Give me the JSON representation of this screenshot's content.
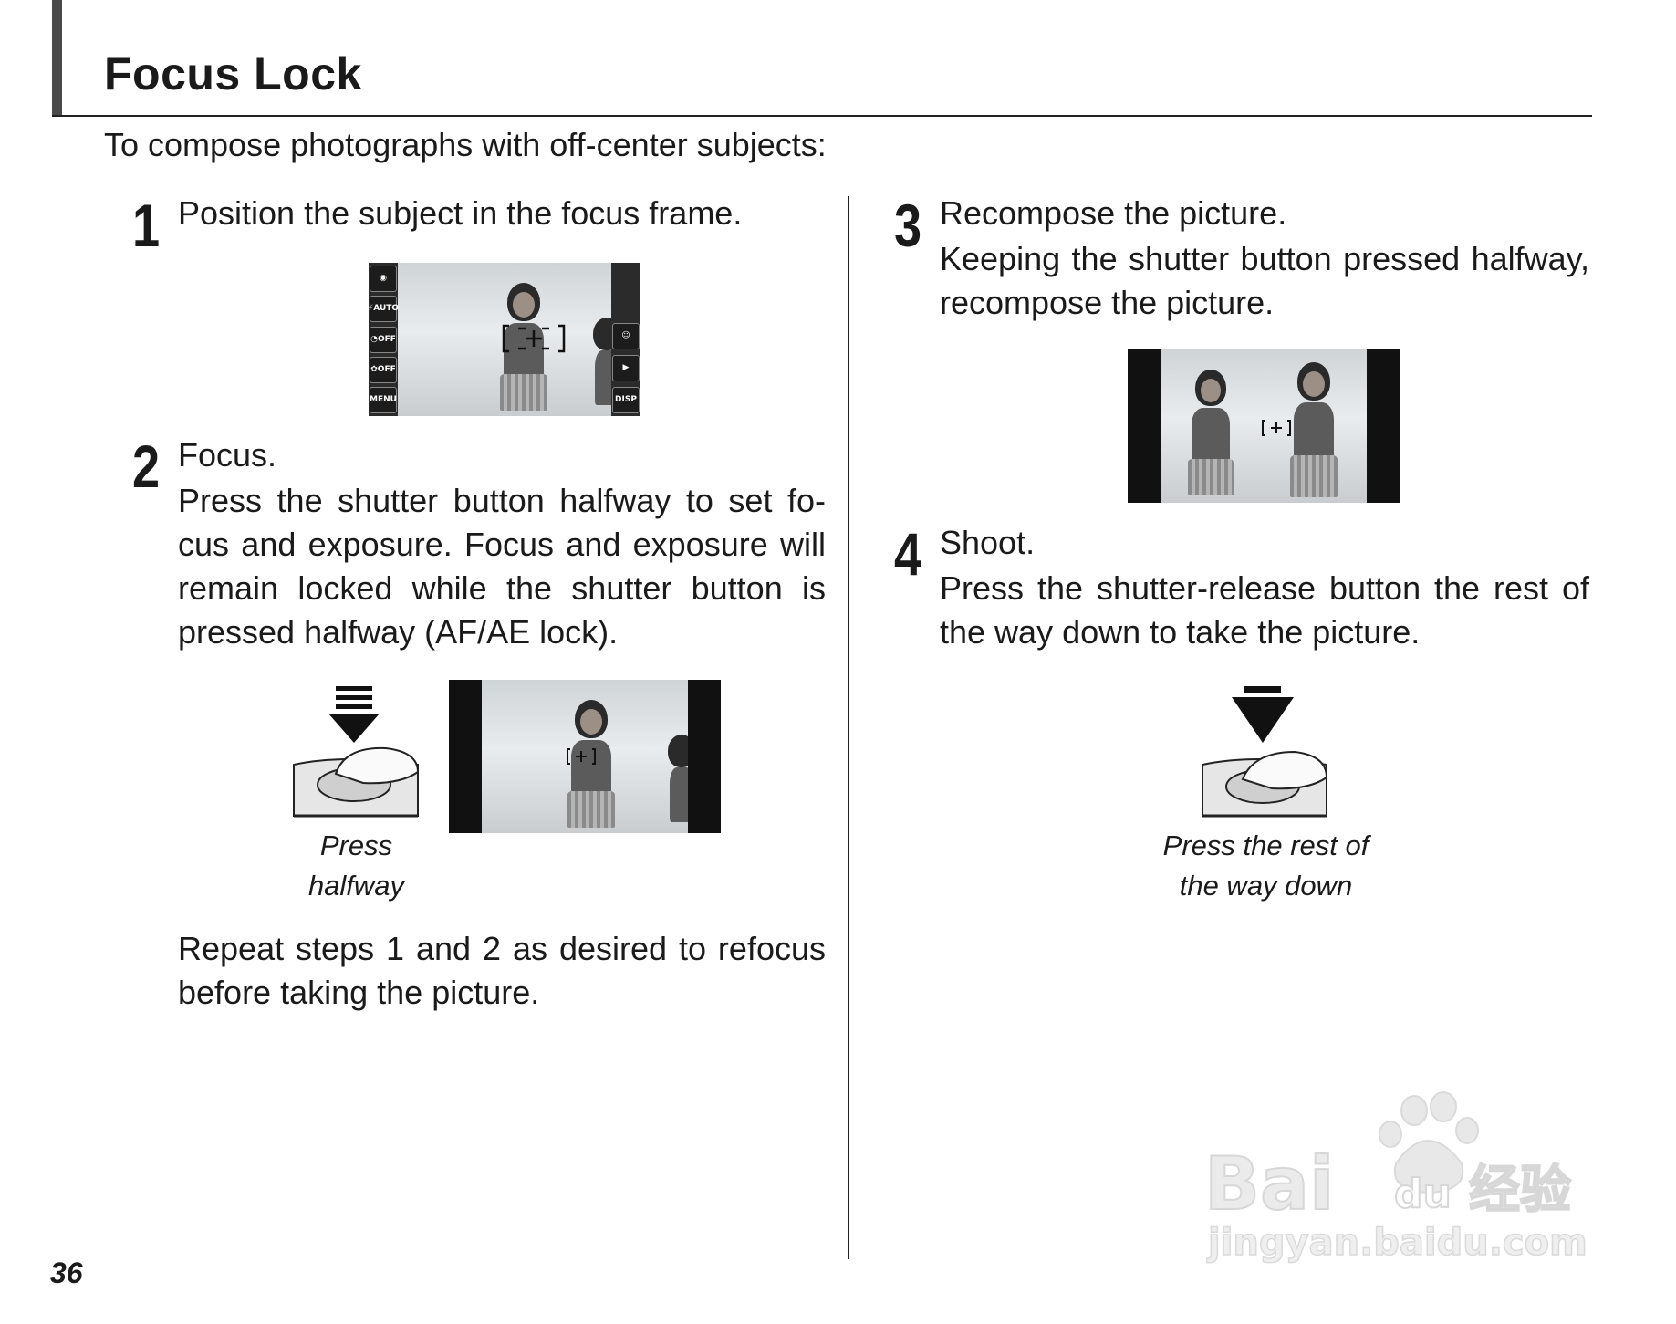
{
  "header": {
    "title": "Focus Lock"
  },
  "intro": "To compose photographs with off-center subjects:",
  "steps": [
    {
      "number": "1",
      "title": "Position the subject in the focus frame.",
      "body": ""
    },
    {
      "number": "2",
      "title": "Focus.",
      "body": "Press the shutter button halfway to set fo-cus and exposure.  Focus and exposure will remain locked while the shutter button is pressed halfway (AF/AE lock)."
    },
    {
      "number": "3",
      "title": "Recompose the picture.",
      "body": "Keeping the shutter button pressed halfway, recompose the picture."
    },
    {
      "number": "4",
      "title": "Shoot.",
      "body": "Press the shutter-release button the rest of the way down to take the picture."
    }
  ],
  "captions": {
    "press_halfway_line1": "Press",
    "press_halfway_line2": "halfway",
    "press_full_line1": "Press the rest of",
    "press_full_line2": "the way down"
  },
  "repeat_note": "Repeat steps 1 and 2 as desired to refocus before taking the picture.",
  "camera_icons": {
    "left": [
      "",
      "AUTO",
      "OFF",
      "OFF",
      "MENU"
    ],
    "right": [
      "",
      "",
      "DISP"
    ]
  },
  "page_number": "36",
  "watermark": {
    "brand": "Bai du 经验",
    "url": "jingyan.baidu.com"
  }
}
